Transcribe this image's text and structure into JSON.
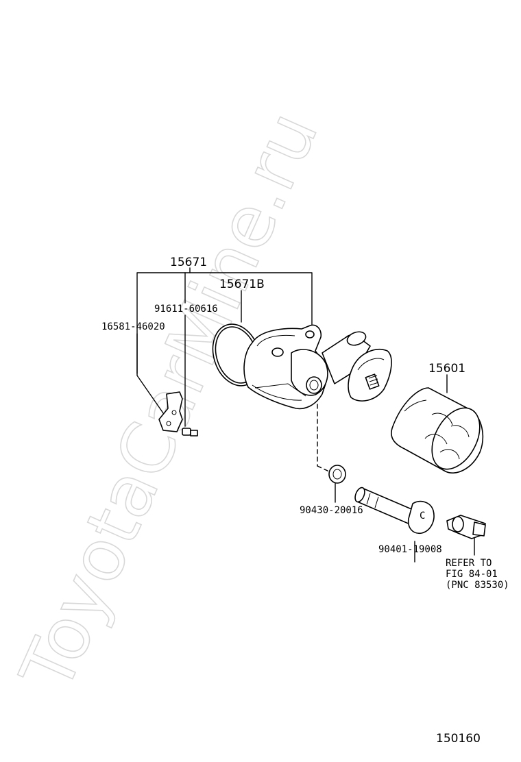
{
  "watermark": "ToyotaCarMine.ru",
  "labels": {
    "assembly": "15671",
    "oring": "15671B",
    "screw": "91611-60616",
    "bracket": "16581-46020",
    "filter": "15601",
    "gasket": "90430-20016",
    "union_bolt": "90401-19008",
    "refer_line1": "REFER TO",
    "refer_line2": "FIG 84-01",
    "refer_line3": "(PNC 83530)",
    "figure_number": "150160"
  }
}
